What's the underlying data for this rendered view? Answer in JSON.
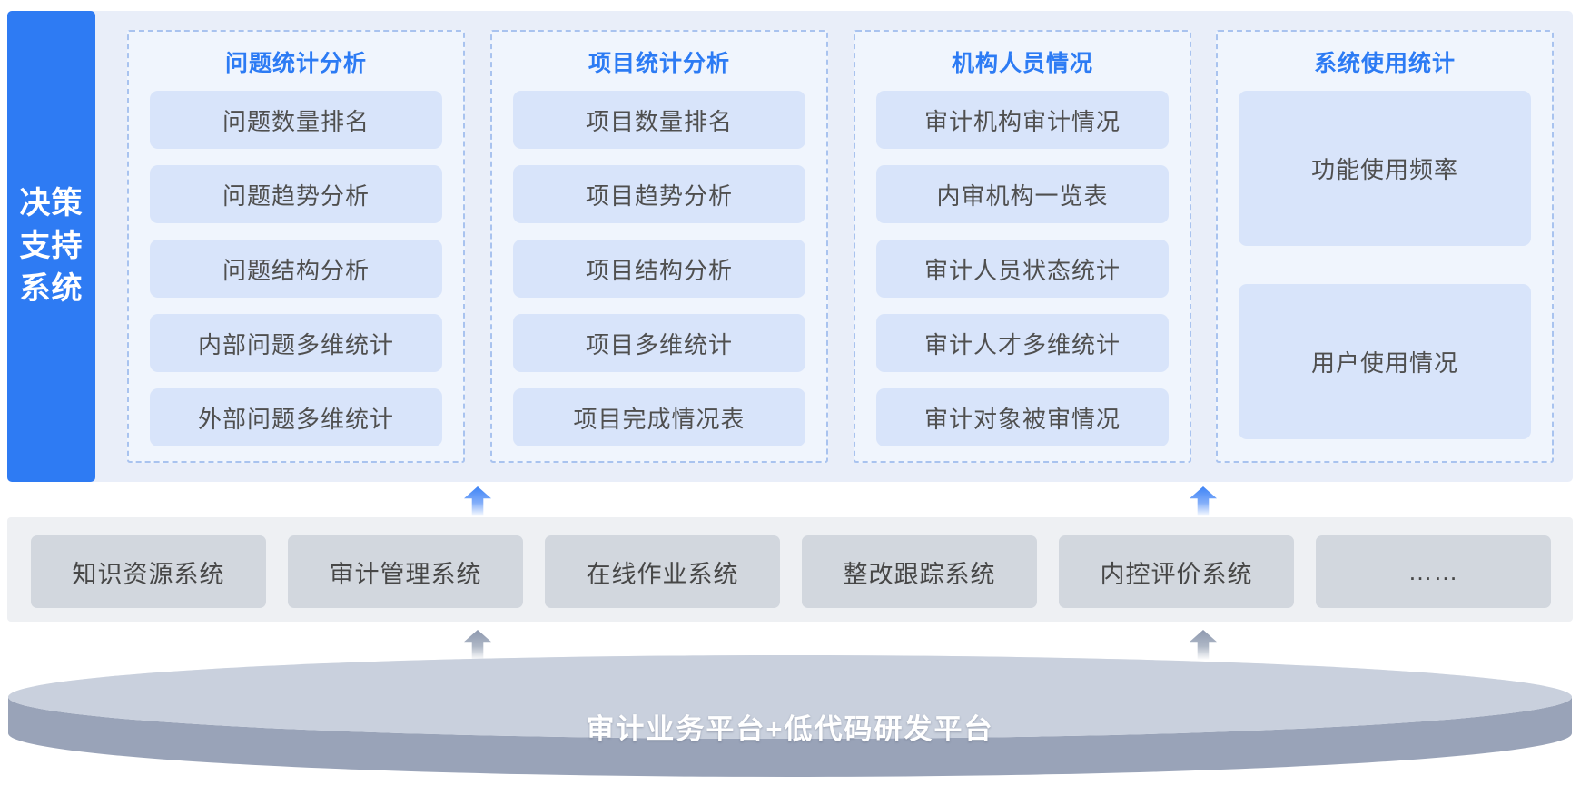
{
  "sidebar": {
    "lines": [
      "决策",
      "支持",
      "系统"
    ]
  },
  "columns": [
    {
      "header": "问题统计分析",
      "items": [
        "问题数量排名",
        "问题趋势分析",
        "问题结构分析",
        "内部问题多维统计",
        "外部问题多维统计"
      ]
    },
    {
      "header": "项目统计分析",
      "items": [
        "项目数量排名",
        "项目趋势分析",
        "项目结构分析",
        "项目多维统计",
        "项目完成情况表"
      ]
    },
    {
      "header": "机构人员情况",
      "items": [
        "审计机构审计情况",
        "内审机构一览表",
        "审计人员状态统计",
        "审计人才多维统计",
        "审计对象被审情况"
      ]
    },
    {
      "header": "系统使用统计",
      "items": [
        "功能使用频率",
        "用户使用情况"
      ]
    }
  ],
  "middle_systems": [
    "知识资源系统",
    "审计管理系统",
    "在线作业系统",
    "整改跟踪系统",
    "内控评价系统",
    "……"
  ],
  "platform": {
    "label": "审计业务平台+低代码研发平台"
  },
  "colors": {
    "accent_blue": "#2e7bf3",
    "panel_bg": "#e9eef9",
    "column_bg": "#f0f5fd",
    "dashed_border": "#a9c3ef",
    "item_bg": "#d8e4fa",
    "band_bg": "#eef0f3",
    "system_box_bg": "#d2d7de",
    "cylinder_top": "#ccd3df",
    "cylinder_side": "#99a3b8"
  }
}
